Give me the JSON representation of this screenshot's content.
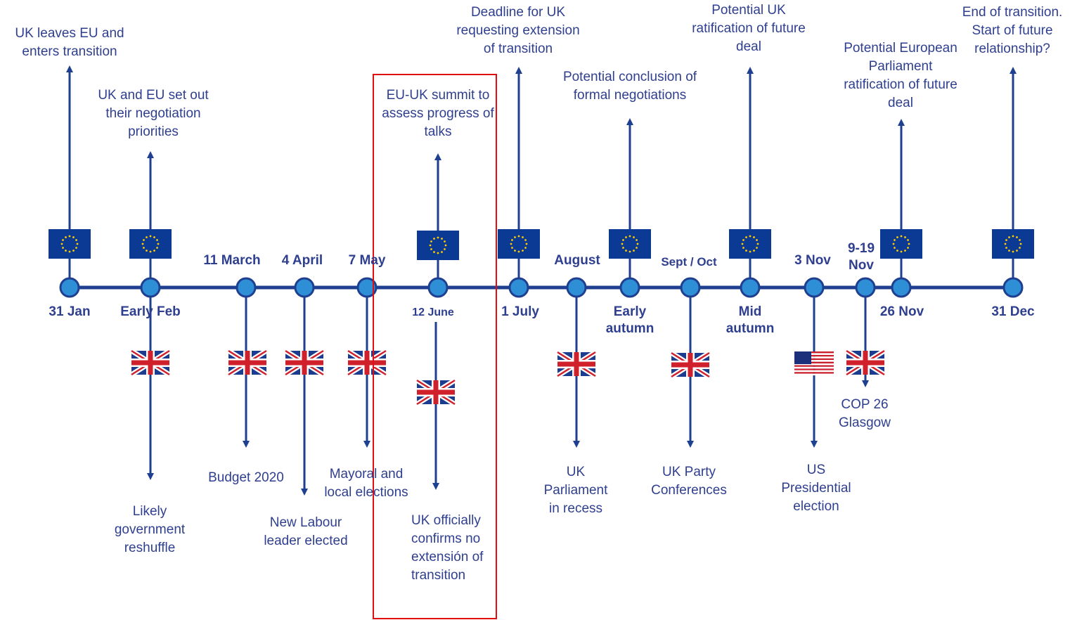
{
  "colors": {
    "line": "#1f3f91",
    "dot": "#2f8fd6",
    "eu_flag": "#0b3a94",
    "eu_star": "#ffcc00",
    "highlight": "#e01010",
    "text": "#2f3f8f"
  },
  "events_above": [
    {
      "id": "leaves",
      "label": "UK leaves EU and\nenters transition"
    },
    {
      "id": "priorities",
      "label": "UK and EU set out\ntheir negotiation\npriorities"
    },
    {
      "id": "summit",
      "label": "EU-UK summit to\nassess progress of\ntalks"
    },
    {
      "id": "deadline",
      "label": "Deadline for UK\nrequesting extension\nof transition"
    },
    {
      "id": "conclusion",
      "label": "Potential conclusion of\nformal negotiations"
    },
    {
      "id": "uk-ratification",
      "label": "Potential UK\nratification of future\ndeal"
    },
    {
      "id": "ep-ratification",
      "label": "Potential European\nParliament\nratification of future\ndeal"
    },
    {
      "id": "end",
      "label": "End of transition.\nStart of future\nrelationship?"
    }
  ],
  "dates": {
    "jan31": "31 Jan",
    "early_feb": "Early Feb",
    "mar11": "11 March",
    "apr4": "4 April",
    "may7": "7 May",
    "jun12": "12 June",
    "jul1": "1 July",
    "august": "August",
    "early_autumn": "Early\nautumn",
    "sept_oct": "Sept / Oct",
    "mid_autumn": "Mid\nautumn",
    "nov3": "3 Nov",
    "nov9_19": "9-19\nNov",
    "nov26": "26 Nov",
    "dec31": "31 Dec"
  },
  "events_below": [
    {
      "id": "reshuffle",
      "label": "Likely\ngovernment\nreshuffle"
    },
    {
      "id": "budget",
      "label": "Budget 2020"
    },
    {
      "id": "labour",
      "label": "New Labour\nleader elected"
    },
    {
      "id": "elections",
      "label": "Mayoral and\nlocal elections"
    },
    {
      "id": "no-extension",
      "label": "UK officially\nconfirms no\nextensión of\ntransition"
    },
    {
      "id": "recess",
      "label": "UK\nParliament\nin recess"
    },
    {
      "id": "conferences",
      "label": "UK Party\nConferences"
    },
    {
      "id": "us-election",
      "label": "US\nPresidential\nelection"
    },
    {
      "id": "cop26",
      "label": "COP 26\nGlasgow"
    }
  ],
  "icons": {
    "eu": "eu-flag-icon",
    "uk": "uk-flag-icon",
    "us": "us-flag-icon"
  }
}
